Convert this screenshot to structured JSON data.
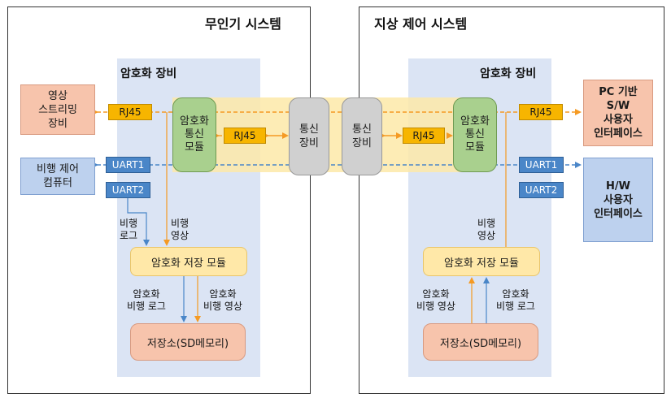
{
  "uav": {
    "title": "무인기 시스템",
    "panel_title": "암호화 장비",
    "rj45_edge": "RJ45",
    "rj45_inner": "RJ45",
    "crypto_module": "암호화\n통신\n모듈",
    "uart1": "UART1",
    "uart2": "UART2",
    "comm_device": "통신\n장비",
    "storage_module": "암호화 저장 모듈",
    "storage": "저장소(SD메모리)",
    "video_stream": "영상\n스트리밍\n장비",
    "flight_computer": "비행 제어\n컴퓨터",
    "label_flight_log": "비행\n로그",
    "label_flight_video": "비행\n영상",
    "label_enc_log": "암호화\n비행 로그",
    "label_enc_video": "암호화\n비행 영상"
  },
  "gcs": {
    "title": "지상 제어 시스템",
    "panel_title": "암호화 장비",
    "rj45_edge": "RJ45",
    "rj45_inner": "RJ45",
    "crypto_module": "암호화\n통신\n모듈",
    "uart1": "UART1",
    "uart2": "UART2",
    "comm_device": "통신\n장비",
    "storage_module": "암호화 저장 모듈",
    "storage": "저장소(SD메모리)",
    "pc_ui": "PC 기반\nS/W\n사용자\n인터페이스",
    "hw_ui": "H/W\n사용자\n인터페이스",
    "label_flight_video": "비행\n영상",
    "label_enc_video": "암호화\n비행 영상",
    "label_enc_log": "암호화\n비행 로그"
  },
  "colors": {
    "video_line": "#f59a23",
    "control_line": "#4a86c8",
    "crypto_green": "#a9d08e",
    "rj45": "#f7b500"
  }
}
